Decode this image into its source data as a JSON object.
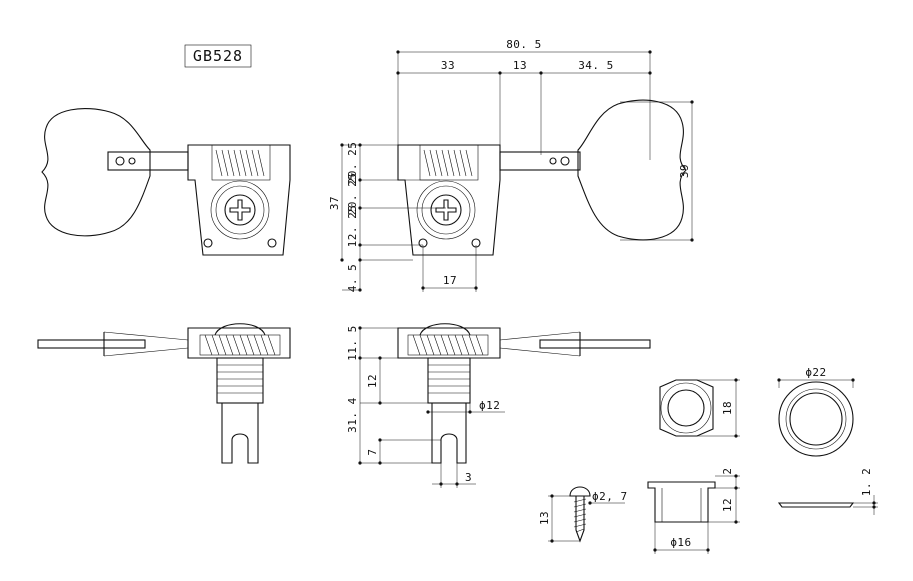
{
  "model": "GB528",
  "dims": {
    "d_80_5": "80. 5",
    "d_33": "33",
    "d_13": "13",
    "d_34_5": "34. 5",
    "d_39": "39",
    "d_37": "37",
    "d_20_25a": "20. 25",
    "d_20_25b": "20. 25",
    "d_12_25": "12. 25",
    "d_4_5": "4. 5",
    "d_17": "17",
    "d_11_5": "11. 5",
    "d_12a": "12",
    "d_31_4": "31. 4",
    "d_7": "7",
    "d_phi12": "ϕ12",
    "d_3": "3",
    "d_18": "18",
    "d_phi22": "ϕ22",
    "d_2": "2",
    "d_12b": "12",
    "d_1_2": "1. 2",
    "d_phi16": "ϕ16",
    "d_phi2_7": "ϕ2, 7",
    "d_13b": "13"
  }
}
